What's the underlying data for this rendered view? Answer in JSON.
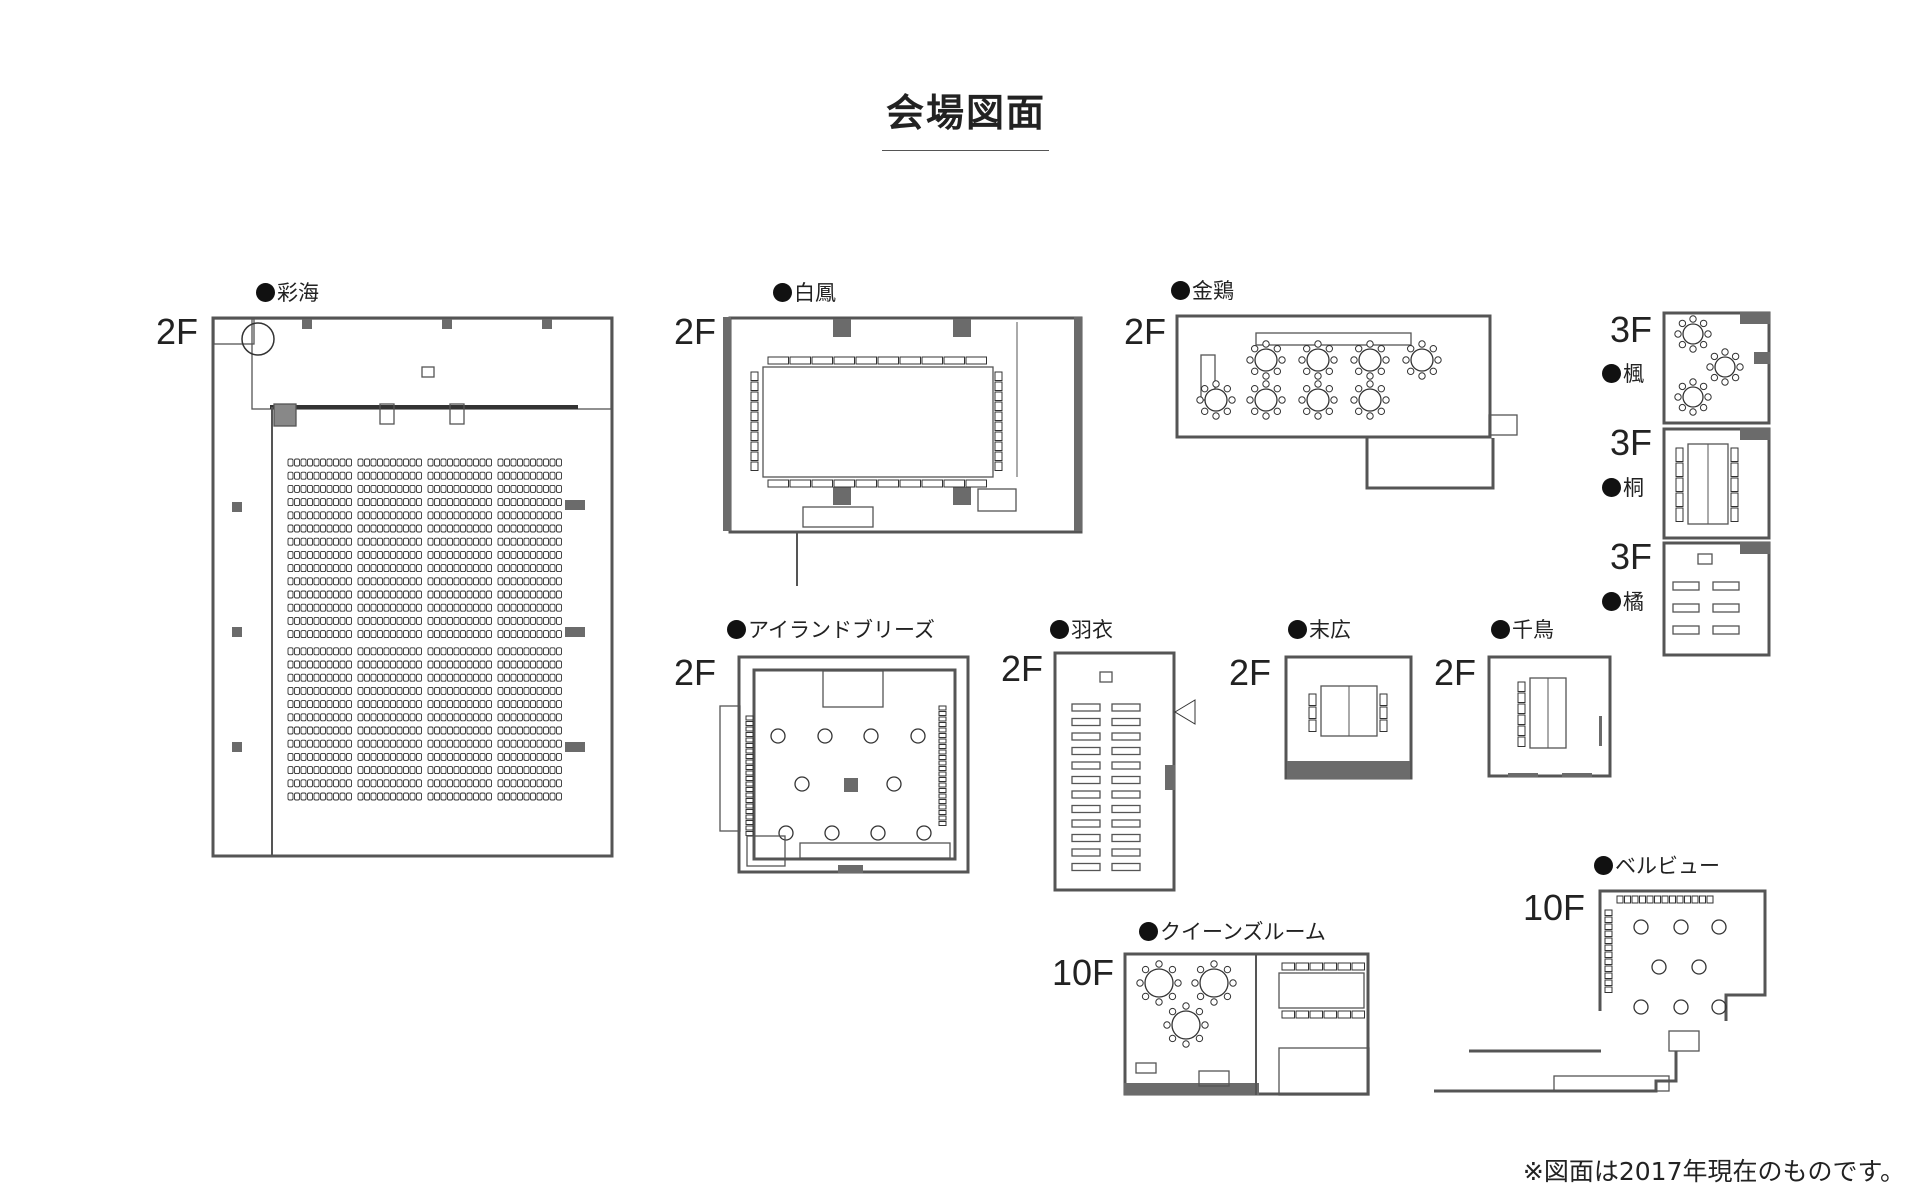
{
  "title": "会場図面",
  "footer_note": "※図面は2017年現在のものです。",
  "rooms": [
    {
      "name": "彩海",
      "floor": "2F"
    },
    {
      "name": "白鳳",
      "floor": "2F"
    },
    {
      "name": "金鶏",
      "floor": "2F"
    },
    {
      "name": "楓",
      "floor": "3F"
    },
    {
      "name": "桐",
      "floor": "3F"
    },
    {
      "name": "橘",
      "floor": "3F"
    },
    {
      "name": "アイランドブリーズ",
      "floor": "2F"
    },
    {
      "name": "羽衣",
      "floor": "2F"
    },
    {
      "name": "末広",
      "floor": "2F"
    },
    {
      "name": "千鳥",
      "floor": "2F"
    },
    {
      "name": "ベルビュー",
      "floor": "10F"
    },
    {
      "name": "クイーンズルーム",
      "floor": "10F"
    }
  ],
  "colors": {
    "wall": "#555555",
    "column": "#6b6b6b",
    "text": "#222222"
  }
}
